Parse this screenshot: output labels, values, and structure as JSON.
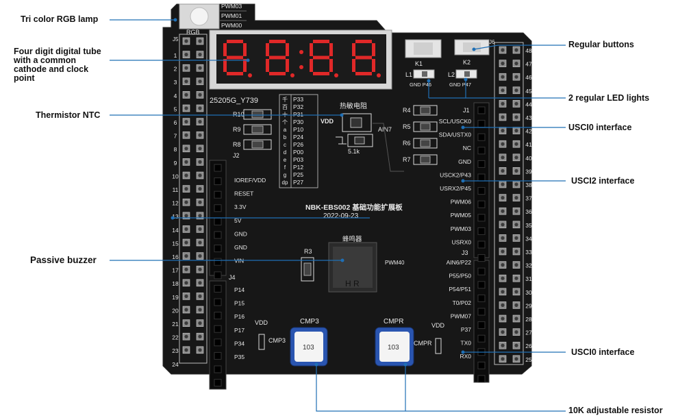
{
  "callouts_left": {
    "rgb_lamp": "Tri color RGB lamp",
    "digital_tube": "Four digit digital tube with a common cathode and clock point",
    "thermistor": "Thermistor NTC",
    "buzzer": "Passive buzzer"
  },
  "callouts_right": {
    "buttons": "Regular buttons",
    "leds": "2 regular LED lights",
    "usci0_top": "USCI0 interface",
    "usci2": "USCI2 interface",
    "usci0_bottom": "USCI0 interface",
    "resistor": "10K adjustable resistor"
  },
  "board": {
    "name": "NBK-EBS002 基础功能扩展板",
    "date": "2022-09-23",
    "part_label": "25205G_Y739",
    "rgb_label": "RGB",
    "pwm_labels": [
      "PWM03",
      "PWM01",
      "PWM00"
    ],
    "j5": "J5",
    "j6": "J6",
    "j1": "J1",
    "j2": "J2",
    "j3": "J3",
    "j4": "J4",
    "left_numbers": [
      "1",
      "2",
      "3",
      "4",
      "5",
      "6",
      "7",
      "8",
      "9",
      "10",
      "11",
      "12",
      "13",
      "14",
      "15",
      "16",
      "17",
      "18",
      "19",
      "20",
      "21",
      "22",
      "23",
      "24"
    ],
    "right_numbers": [
      "48",
      "47",
      "46",
      "45",
      "44",
      "43",
      "42",
      "41",
      "40",
      "39",
      "38",
      "37",
      "36",
      "35",
      "34",
      "33",
      "32",
      "31",
      "30",
      "29",
      "28",
      "27",
      "26",
      "25"
    ],
    "resistor_labels": [
      "R10",
      "R9",
      "R8"
    ],
    "seg_col1": [
      "千",
      "百",
      "十",
      "个",
      "a",
      "b",
      "c",
      "d",
      "e",
      "f",
      "g",
      "dp"
    ],
    "seg_col2": [
      "P33",
      "P32",
      "P31",
      "P30",
      "P10",
      "P24",
      "P26",
      "P00",
      "P03",
      "P12",
      "P25",
      "P27"
    ],
    "thermistor_title": "热敏电阻",
    "vdd": "VDD",
    "ain7": "AIN7",
    "r_5k1": "5.1k",
    "buttons": [
      "K1",
      "K2"
    ],
    "leds": [
      "L1",
      "L2"
    ],
    "led_sub": [
      "GND P46",
      "GND P47"
    ],
    "r_right": [
      "R4",
      "R5",
      "R6",
      "R7"
    ],
    "j2_pins": [
      "IOREF/VDD",
      "RESET",
      "3.3V",
      "5V",
      "GND",
      "GND",
      "VIN"
    ],
    "j4_pins": [
      "P14",
      "P15",
      "P16",
      "P17",
      "P34",
      "P35"
    ],
    "j1_pins": [
      "SCL/USCK0",
      "SDA/USTX0",
      "NC",
      "GND",
      "USCK2/P43",
      "USRX2/P45",
      "PWM06",
      "PWM05",
      "PWM03",
      "USRX0"
    ],
    "j3_pins": [
      "AIN6/P22",
      "P55/P50",
      "P54/P51",
      "T0/P02",
      "PWM07",
      "P37",
      "TX0",
      "RX0"
    ],
    "buzzer_title": "蜂鸣器",
    "buzzer_hr": "H R",
    "r3": "R3",
    "pwm40": "PWM40",
    "cmp3": "CMP3",
    "cmpr": "CMPR",
    "pot_code": "103"
  },
  "colors": {
    "pcb": "#171717",
    "callout_line": "#1f6fb5",
    "silk": "#e8e8e8",
    "seg_red": "#e02828",
    "pot_blue": "#2a55b0"
  }
}
